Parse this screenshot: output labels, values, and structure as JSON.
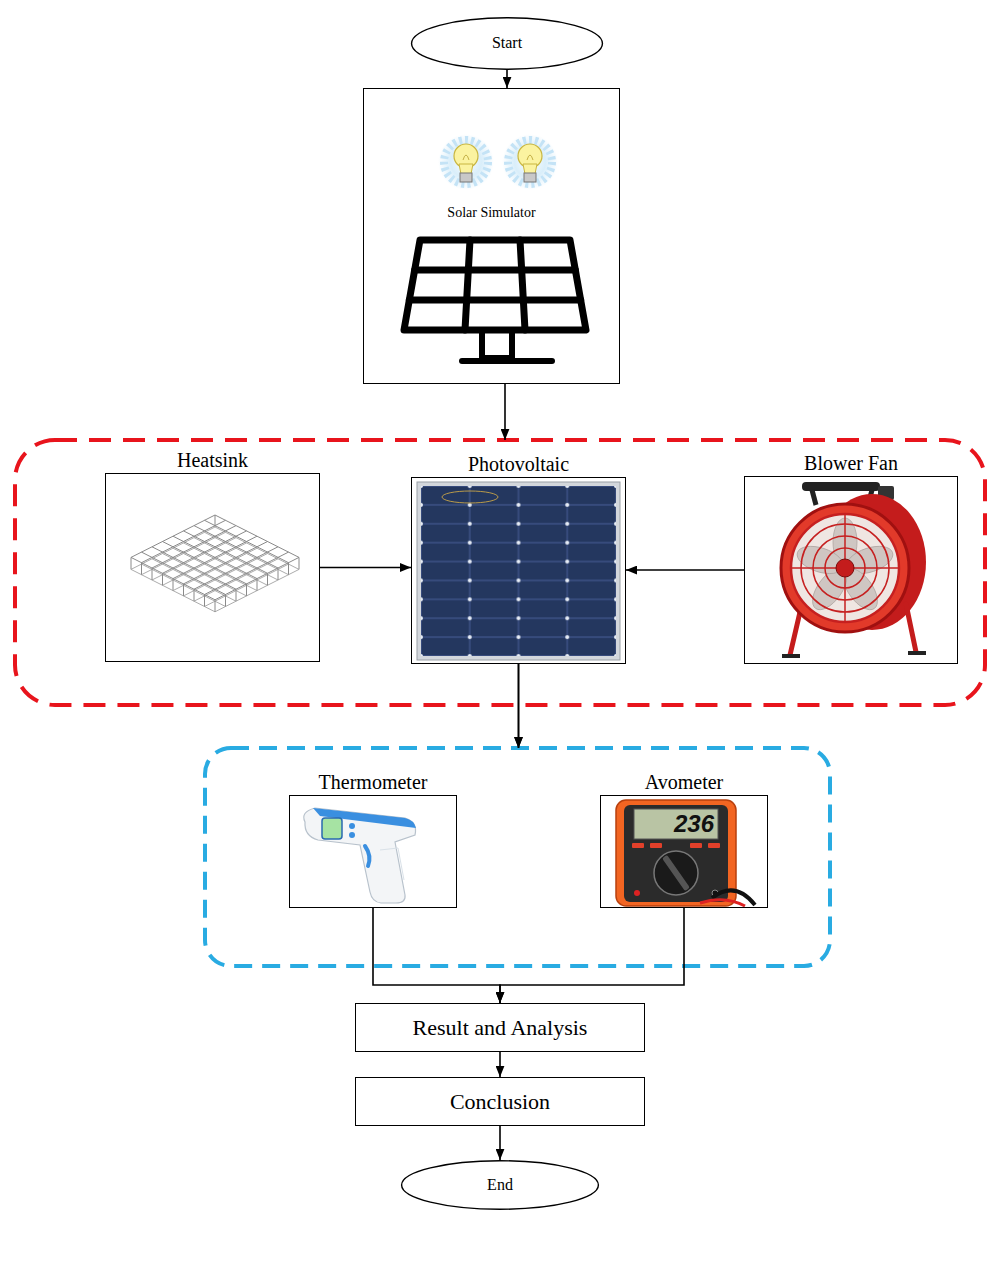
{
  "diagram": {
    "nodes": [
      {
        "text": [
          "Start"
        ]
      },
      {
        "text": [
          "Solar Simulator"
        ]
      },
      {
        "text": [
          "Heatsink"
        ]
      },
      {
        "text": [
          "Photovoltaic"
        ]
      },
      {
        "text": [
          "Blower Fan"
        ]
      },
      {
        "text": [
          "Thermometer"
        ]
      },
      {
        "text": [
          "Avometer"
        ]
      },
      {
        "text": [
          "Result and Analysis"
        ]
      },
      {
        "text": [
          "Conclusion"
        ]
      },
      {
        "text": [
          "End"
        ]
      }
    ],
    "edges": [
      {
        "from": 0,
        "to": 1,
        "arrow": "to"
      },
      {
        "from": 1,
        "to": 3,
        "arrow": "to"
      },
      {
        "from": 2,
        "to": 3,
        "arrow": "to"
      },
      {
        "from": 4,
        "to": 3,
        "arrow": "to"
      },
      {
        "from": 3,
        "to": 5,
        "arrow": "to"
      },
      {
        "from": 3,
        "to": 6,
        "arrow": "to"
      },
      {
        "from": 5,
        "to": 7,
        "arrow": "to"
      },
      {
        "from": 6,
        "to": 7,
        "arrow": "to"
      },
      {
        "from": 7,
        "to": 8,
        "arrow": "to"
      },
      {
        "from": 8,
        "to": 9,
        "arrow": "to"
      }
    ],
    "labels": [
      "236"
    ]
  }
}
